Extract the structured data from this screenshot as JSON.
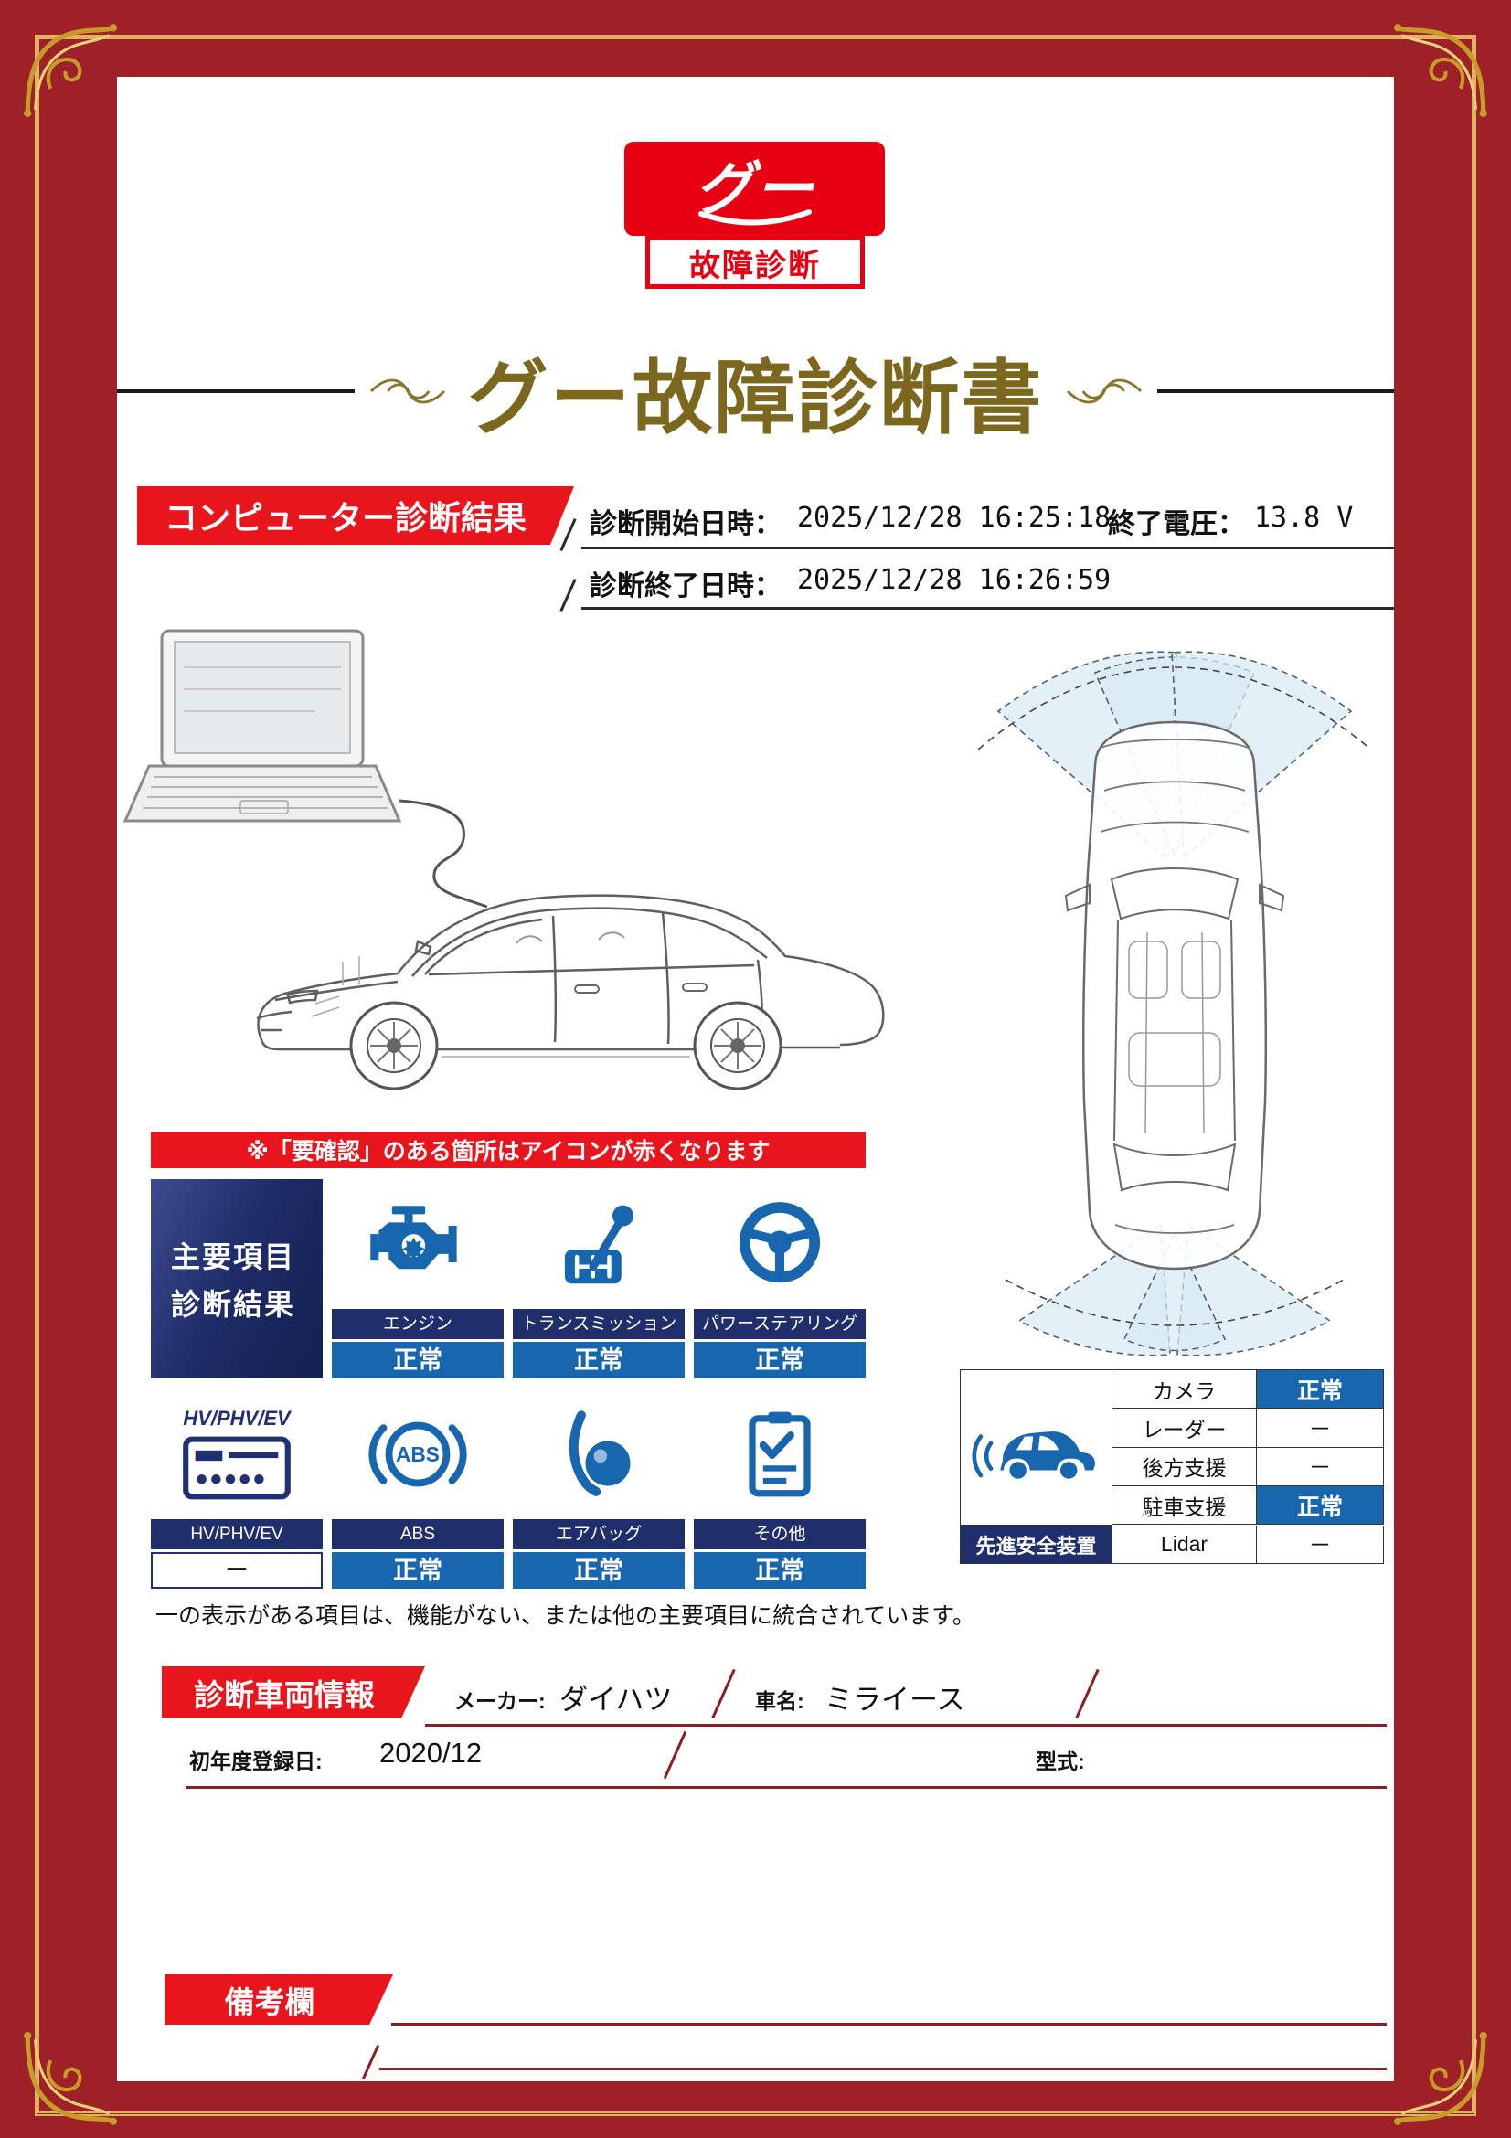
{
  "colors": {
    "frame_red": "#9d2127",
    "accent_red": "#e60012",
    "banner_red": "#e8151d",
    "navy": "#202e6b",
    "blue": "#1766ae",
    "gold": "#d9b85a",
    "title_gold": "#7b671e"
  },
  "logo": {
    "top": "グー",
    "bottom": "故障診断"
  },
  "title": "グー故障診断書",
  "section_computer": {
    "banner": "コンピューター診断結果",
    "start_label": "診断開始日時：",
    "start_value": "2025/12/28 16:25:18",
    "voltage_label": "終了電圧：",
    "voltage_value": "13.8 V",
    "end_label": "診断終了日時：",
    "end_value": "2025/12/28 16:26:59"
  },
  "notice": "※「要確認」のある箇所はアイコンが赤くなります",
  "main_results": {
    "header_line1": "主要項目",
    "header_line2": "診断結果",
    "items": [
      {
        "label": "エンジン",
        "status": "正常",
        "icon": "engine-icon"
      },
      {
        "label": "トランスミッション",
        "status": "正常",
        "icon": "transmission-icon"
      },
      {
        "label": "パワーステアリング",
        "status": "正常",
        "icon": "steering-icon"
      },
      {
        "label": "HV/PHV/EV",
        "status": "－",
        "icon": "hv-icon",
        "icon_caption": "HV/PHV/EV"
      },
      {
        "label": "ABS",
        "status": "正常",
        "icon": "abs-icon",
        "icon_text": "ABS"
      },
      {
        "label": "エアバッグ",
        "status": "正常",
        "icon": "airbag-icon"
      },
      {
        "label": "その他",
        "status": "正常",
        "icon": "other-icon"
      }
    ]
  },
  "safety_devices": {
    "caption": "先進安全装置",
    "icon": "car-sensor-icon",
    "rows": [
      {
        "label": "カメラ",
        "status": "正常"
      },
      {
        "label": "レーダー",
        "status": "－"
      },
      {
        "label": "後方支援",
        "status": "－"
      },
      {
        "label": "駐車支援",
        "status": "正常"
      },
      {
        "label": "Lidar",
        "status": "－"
      }
    ]
  },
  "footnote": "一の表示がある項目は、機能がない、または他の主要項目に統合されています。",
  "vehicle_info": {
    "banner": "診断車両情報",
    "maker_label": "メーカー:",
    "maker_value": "ダイハツ",
    "car_label": "車名:",
    "car_value": "ミライース",
    "first_reg_label": "初年度登録日:",
    "first_reg_value": "2020/12",
    "model_label": "型式:",
    "model_value": ""
  },
  "remarks": {
    "banner": "備考欄"
  }
}
